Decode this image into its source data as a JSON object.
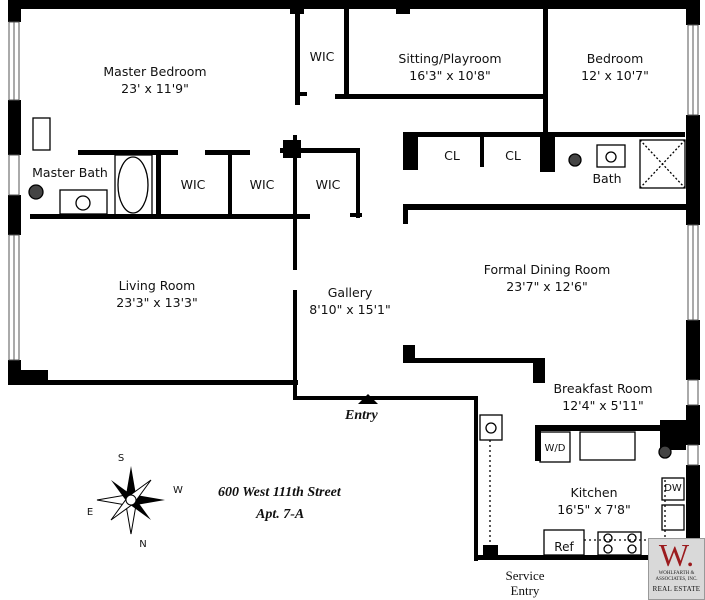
{
  "rooms": {
    "master_bedroom": {
      "name": "Master Bedroom",
      "size": "23' x 11'9\""
    },
    "sitting": {
      "name": "Sitting/Playroom",
      "size": "16'3\" x 10'8\""
    },
    "bedroom": {
      "name": "Bedroom",
      "size": "12' x 10'7\""
    },
    "wic_top": "WIC",
    "wic_1": "WIC",
    "wic_2": "WIC",
    "wic_3": "WIC",
    "master_bath": "Master Bath",
    "cl_1": "CL",
    "cl_2": "CL",
    "bath": "Bath",
    "living": {
      "name": "Living Room",
      "size": "23'3\" x 13'3\""
    },
    "gallery": {
      "name": "Gallery",
      "size": "8'10\" x 15'1\""
    },
    "dining": {
      "name": "Formal Dining Room",
      "size": "23'7\" x 12'6\""
    },
    "breakfast": {
      "name": "Breakfast Room",
      "size": "12'4\" x 5'11\""
    },
    "kitchen": {
      "name": "Kitchen",
      "size": "16'5\" x 7'8\""
    },
    "wd": "W/D",
    "dw": "DW",
    "ref": "Ref"
  },
  "entry": "Entry",
  "service_entry": [
    "Service",
    "Entry"
  ],
  "address": {
    "line1": "600 West 111th Street",
    "line2": "Apt. 7-A"
  },
  "compass": {
    "s": "S",
    "w": "W",
    "e": "E",
    "n": "N"
  },
  "logo": {
    "letter": "W.",
    "name": "WOHLFARTH & ASSOCIATES, INC.",
    "tag": "REAL ESTATE"
  }
}
